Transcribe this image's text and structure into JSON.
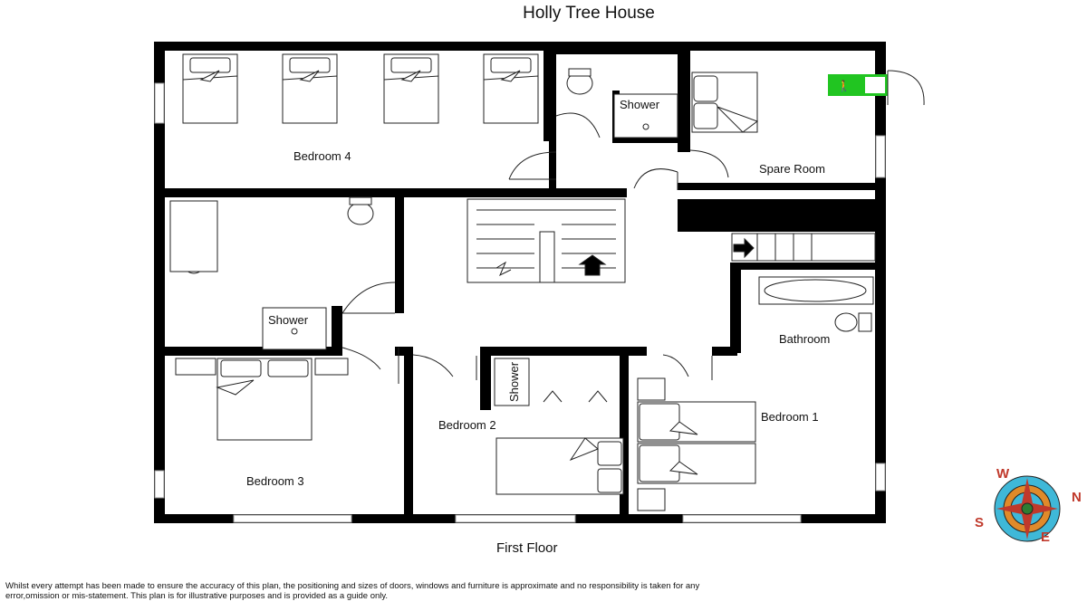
{
  "title": "Holly Tree House",
  "floor_label": "First Floor",
  "disclaimer": "Whilst every attempt has been made to ensure the accuracy of this plan, the positioning and sizes of doors, windows and furniture is approximate and no responsibility is taken for any error,omission or mis-statement. This plan is for illustrative purposes and is provided as a guide only.",
  "rooms": {
    "bedroom4": "Bedroom 4",
    "spare_room": "Spare Room",
    "bedroom3": "Bedroom 3",
    "bedroom2": "Bedroom 2",
    "bedroom1": "Bedroom 1",
    "bathroom": "Bathroom"
  },
  "shower_label": "Shower",
  "compass": {
    "n": "N",
    "e": "E",
    "s": "S",
    "w": "W"
  },
  "colors": {
    "wall": "#000000",
    "exit_sign": "#21c521",
    "compass_blue": "#3fb8d8",
    "compass_red": "#c0392b",
    "compass_orange": "#e08a2a"
  }
}
